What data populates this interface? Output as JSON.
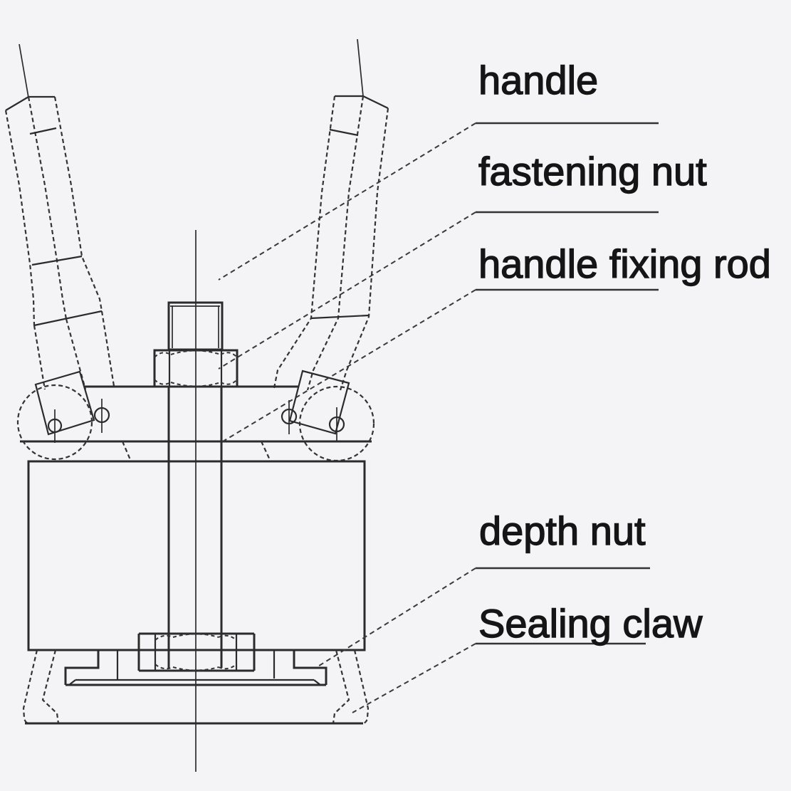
{
  "diagram": {
    "name": "manual-can-sealing-tool-diagram",
    "background_color": "#f4f3f5",
    "line_color": "#2b2b2b",
    "text_color": "#151515"
  },
  "labels": {
    "handle": "handle",
    "fastening_nut": "fastening nut",
    "handle_fixing_rod": "handle fixing rod",
    "depth_nut": "depth nut",
    "sealing_claw": "Sealing claw"
  }
}
